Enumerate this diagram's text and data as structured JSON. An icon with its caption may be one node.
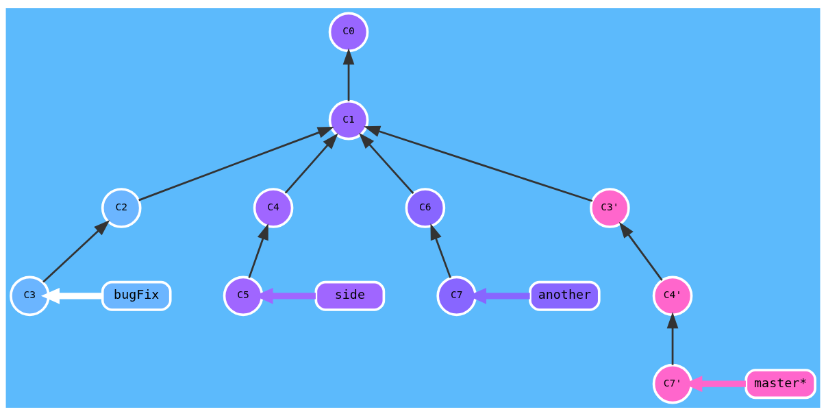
{
  "diagram": {
    "nodes": [
      {
        "text": [
          "C0"
        ]
      },
      {
        "text": [
          "C1"
        ]
      },
      {
        "text": [
          "C2"
        ]
      },
      {
        "text": [
          "C4"
        ]
      },
      {
        "text": [
          "C6"
        ]
      },
      {
        "text": [
          "C3'"
        ]
      },
      {
        "text": [
          "bugFix"
        ]
      },
      {
        "text": [
          "side"
        ]
      },
      {
        "text": [
          "another"
        ]
      },
      {
        "text": [
          "C3"
        ]
      },
      {
        "text": [
          "C5"
        ]
      },
      {
        "text": [
          "C7"
        ]
      },
      {
        "text": [
          "C4'"
        ]
      },
      {
        "text": [
          "master*"
        ]
      },
      {
        "text": [
          "C7'"
        ]
      }
    ],
    "edges": [
      {
        "from": 1,
        "to": 0,
        "arrow": "to"
      },
      {
        "from": 2,
        "to": 1,
        "arrow": "to"
      },
      {
        "from": 3,
        "to": 1,
        "arrow": "to"
      },
      {
        "from": 4,
        "to": 1,
        "arrow": "to"
      },
      {
        "from": 5,
        "to": 1,
        "arrow": "to"
      },
      {
        "from": 9,
        "to": 2,
        "arrow": "to"
      },
      {
        "from": 6,
        "to": 9,
        "arrow": "to",
        "style": "thick",
        "color": "#ffffff"
      },
      {
        "from": 10,
        "to": 3,
        "arrow": "to"
      },
      {
        "from": 7,
        "to": 10,
        "arrow": "to",
        "style": "thick",
        "color": "#a066ff"
      },
      {
        "from": 11,
        "to": 4,
        "arrow": "to"
      },
      {
        "from": 8,
        "to": 11,
        "arrow": "to",
        "style": "thick",
        "color": "#8866ff"
      },
      {
        "from": 12,
        "to": 5,
        "arrow": "to"
      },
      {
        "from": 14,
        "to": 12,
        "arrow": "to"
      },
      {
        "from": 13,
        "to": 14,
        "arrow": "to",
        "style": "thick",
        "color": "#ff66cc"
      }
    ]
  }
}
